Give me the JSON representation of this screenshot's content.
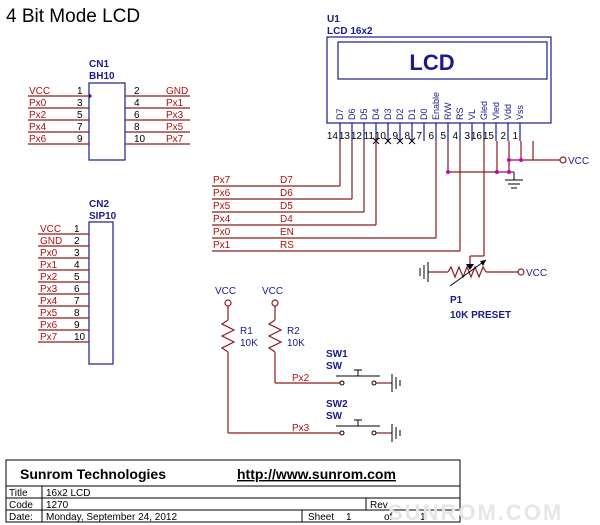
{
  "title": "4 Bit Mode LCD",
  "u1": {
    "ref": "U1",
    "value": "LCD 16x2",
    "display": "LCD",
    "pins": [
      {
        "name": "D7",
        "num": "14"
      },
      {
        "name": "D6",
        "num": "13"
      },
      {
        "name": "D5",
        "num": "12"
      },
      {
        "name": "D4",
        "num": "11"
      },
      {
        "name": "D3",
        "num": "10"
      },
      {
        "name": "D2",
        "num": "9"
      },
      {
        "name": "D1",
        "num": "8"
      },
      {
        "name": "D0",
        "num": "7"
      },
      {
        "name": "Enable",
        "num": "6"
      },
      {
        "name": "R/W",
        "num": "5"
      },
      {
        "name": "RS",
        "num": "4"
      },
      {
        "name": "VL",
        "num": "3"
      },
      {
        "name": "Gled",
        "num": "16"
      },
      {
        "name": "Vled",
        "num": "15"
      },
      {
        "name": "Vdd",
        "num": "2"
      },
      {
        "name": "Vss",
        "num": "1"
      }
    ],
    "vcc": "VCC"
  },
  "cn1": {
    "ref": "CN1",
    "value": "BH10",
    "left": [
      {
        "sig": "VCC",
        "num": "1"
      },
      {
        "sig": "Px0",
        "num": "3"
      },
      {
        "sig": "Px2",
        "num": "5"
      },
      {
        "sig": "Px4",
        "num": "7"
      },
      {
        "sig": "Px6",
        "num": "9"
      }
    ],
    "right": [
      {
        "num": "2",
        "sig": "GND"
      },
      {
        "num": "4",
        "sig": "Px1"
      },
      {
        "num": "6",
        "sig": "Px3"
      },
      {
        "num": "8",
        "sig": "Px5"
      },
      {
        "num": "10",
        "sig": "Px7"
      }
    ]
  },
  "cn2": {
    "ref": "CN2",
    "value": "SIP10",
    "pins": [
      {
        "sig": "VCC",
        "num": "1"
      },
      {
        "sig": "GND",
        "num": "2"
      },
      {
        "sig": "Px0",
        "num": "3"
      },
      {
        "sig": "Px1",
        "num": "4"
      },
      {
        "sig": "Px2",
        "num": "5"
      },
      {
        "sig": "Px3",
        "num": "6"
      },
      {
        "sig": "Px4",
        "num": "7"
      },
      {
        "sig": "Px5",
        "num": "8"
      },
      {
        "sig": "Px6",
        "num": "9"
      },
      {
        "sig": "Px7",
        "num": "10"
      }
    ]
  },
  "nets": [
    {
      "port": "Px7",
      "net": "D7"
    },
    {
      "port": "Px6",
      "net": "D6"
    },
    {
      "port": "Px5",
      "net": "D5"
    },
    {
      "port": "Px4",
      "net": "D4"
    },
    {
      "port": "Px0",
      "net": "EN"
    },
    {
      "port": "Px1",
      "net": "RS"
    }
  ],
  "p1": {
    "ref": "P1",
    "value": "10K PRESET",
    "vcc": "VCC"
  },
  "r1": {
    "ref": "R1",
    "value": "10K",
    "vcc": "VCC"
  },
  "r2": {
    "ref": "R2",
    "value": "10K",
    "vcc": "VCC"
  },
  "sw1": {
    "ref": "SW1",
    "value": "SW",
    "net": "Px2"
  },
  "sw2": {
    "ref": "SW2",
    "value": "SW",
    "net": "Px3"
  },
  "titleblock": {
    "company": "Sunrom Technologies",
    "url": "http://www.sunrom.com",
    "title_label": "Title",
    "title_value": "16x2 LCD",
    "code_label": "Code",
    "code_value": "1270",
    "rev_label": "Rev",
    "date_label": "Date:",
    "date_value": "Monday, September 24, 2012",
    "sheet_label": "Sheet",
    "sheet_value": "1",
    "of_label": "of",
    "of_value": "1"
  },
  "watermark": "SUNROM.COM"
}
